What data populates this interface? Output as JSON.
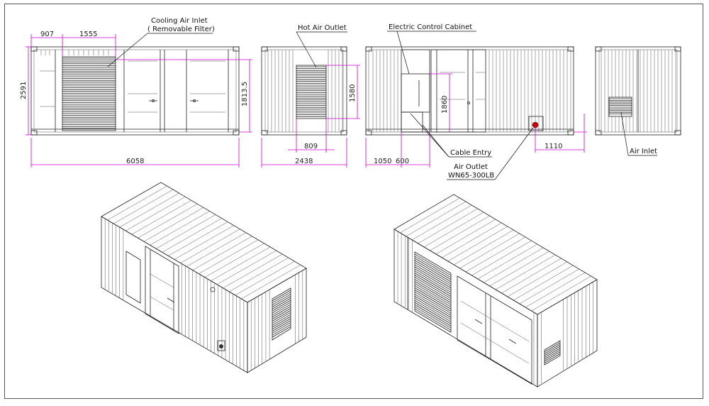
{
  "labels": {
    "cooling_air_inlet_1": "Cooling Air Inlet",
    "cooling_air_inlet_2": "( Removable Filter)",
    "hot_air_outlet": "Hot Air Outlet",
    "electric_control_cabinet": "Electric Control Cabinet",
    "cable_entry": "Cable Entry",
    "air_outlet_1": "Air Outlet",
    "air_outlet_2": "WN65-300LB",
    "air_inlet": "Air Inlet"
  },
  "dimensions": {
    "d907": "907",
    "d1555": "1555",
    "d2591": "2591",
    "d1813": "1813.5",
    "d6058": "6058",
    "d1580": "1580",
    "d809": "809",
    "d2438": "2438",
    "d1860": "1860",
    "d1050": "1050",
    "d600": "600",
    "d1110": "1110"
  },
  "colors": {
    "dimension": "#d000d0",
    "line": "#222222",
    "frame": "#555555"
  }
}
